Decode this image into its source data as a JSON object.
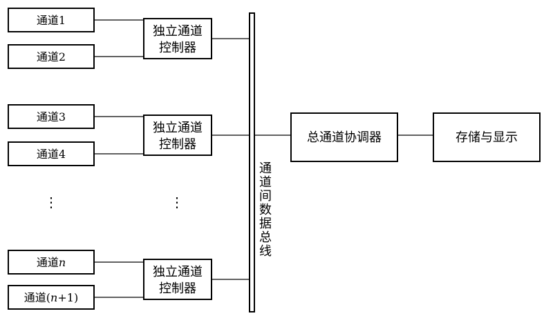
{
  "channels": {
    "ch1": "通道1",
    "ch2": "通道2",
    "ch3": "通道3",
    "ch4": "通道4",
    "chn_prefix": "通道",
    "chn_var": "n",
    "chn1_prefix": "通道(",
    "chn1_var": "n",
    "chn1_suffix": "+1)"
  },
  "controllers": {
    "line1": "独立通道",
    "line2": "控制器"
  },
  "bus_label": "通道间数据总线",
  "coordinator": "总通道协调器",
  "storage": "存储与显示",
  "ellipsis": "⋮"
}
